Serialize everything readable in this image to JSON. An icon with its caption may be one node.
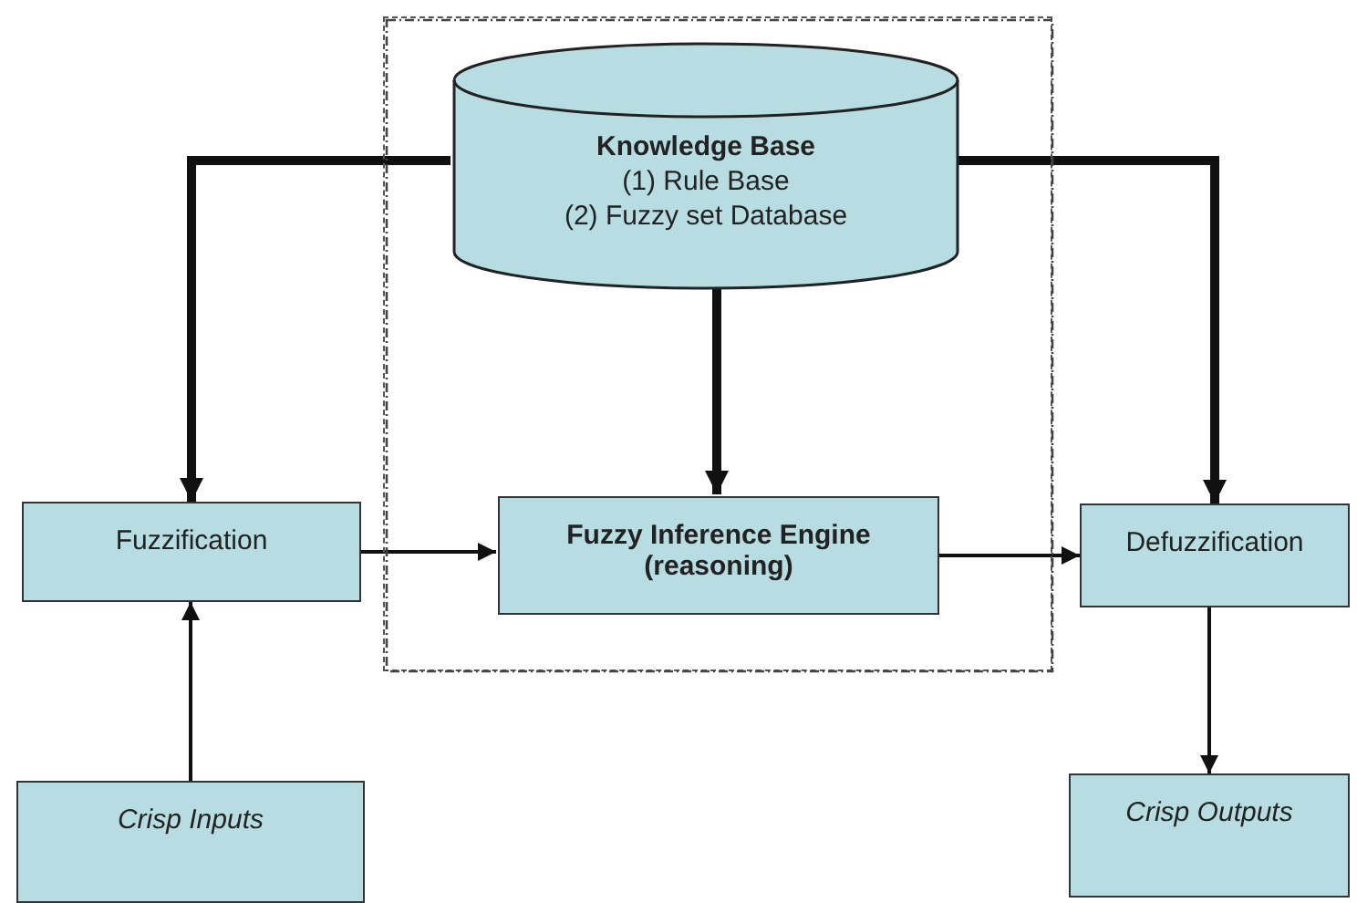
{
  "diagram": {
    "nodes": [
      {
        "text": [],
        "shape": "box"
      },
      {
        "text": [
          "Knowledge Base",
          "(1) Rule Base",
          "(2) Fuzzy set Database"
        ],
        "in": 0
      },
      {
        "text": [
          "Fuzzification"
        ]
      },
      {
        "text": [
          "Fuzzy Inference Engine (reasoning)"
        ],
        "in": 0
      },
      {
        "text": [
          "Defuzzification"
        ]
      },
      {
        "text": [
          "Crisp Inputs"
        ]
      },
      {
        "text": [
          "Crisp Outputs"
        ]
      }
    ],
    "edges": [
      {
        "from": 1,
        "to": 2,
        "arrow": "to",
        "style": "thick"
      },
      {
        "from": 1,
        "to": 3,
        "arrow": "to",
        "style": "thick"
      },
      {
        "from": 1,
        "to": 4,
        "arrow": "to",
        "style": "thick"
      },
      {
        "from": 2,
        "to": 3,
        "arrow": "to"
      },
      {
        "from": 3,
        "to": 4,
        "arrow": "to"
      },
      {
        "from": 5,
        "to": 2,
        "arrow": "to"
      },
      {
        "from": 4,
        "to": 6,
        "arrow": "to"
      }
    ]
  }
}
